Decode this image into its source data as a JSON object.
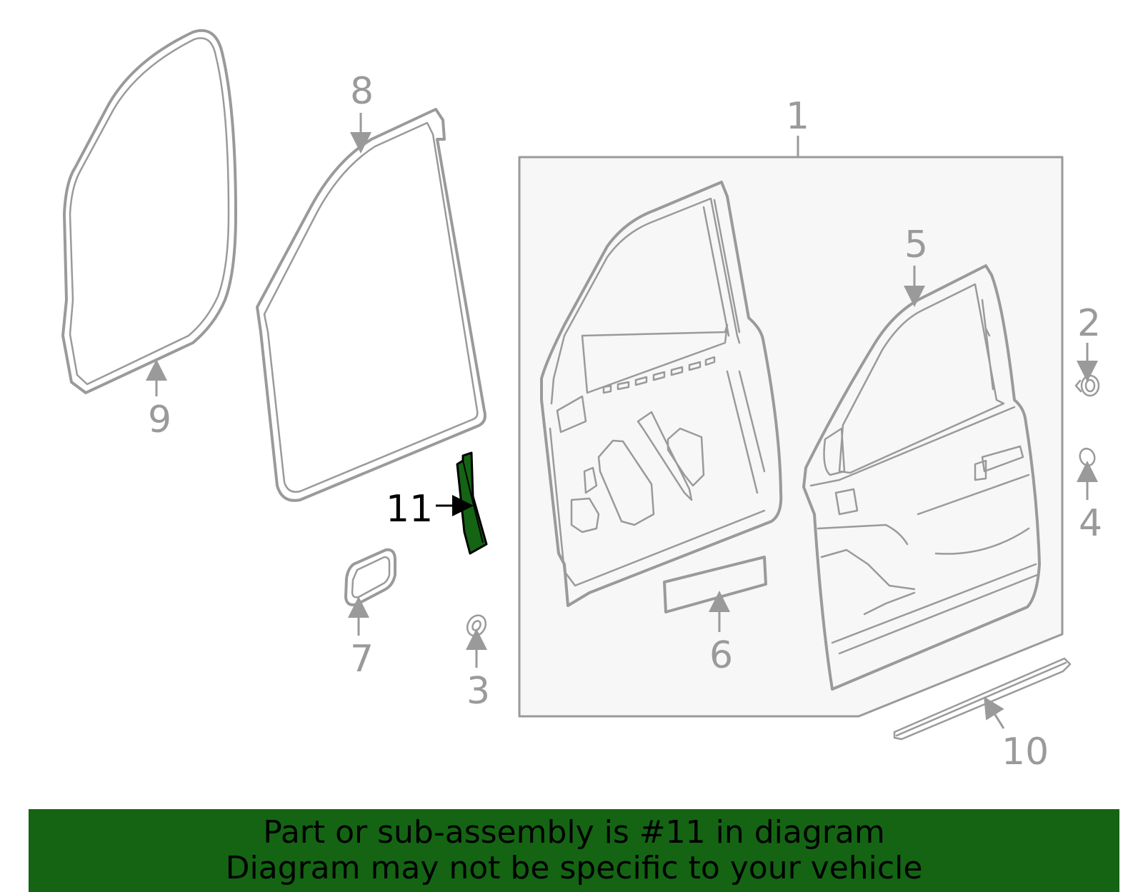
{
  "callouts": {
    "c1": "1",
    "c2": "2",
    "c3": "3",
    "c4": "4",
    "c5": "5",
    "c6": "6",
    "c7": "7",
    "c8": "8",
    "c9": "9",
    "c10": "10",
    "c11": "11"
  },
  "highlight": {
    "part": "11",
    "color": "#146414"
  },
  "colors": {
    "line": "#9a9a9a",
    "panel": "#f7f7f7",
    "banner": "#146414"
  },
  "footer": {
    "line1": "Part or sub-assembly is #11 in diagram",
    "line2": "Diagram may not be specific to your vehicle"
  }
}
